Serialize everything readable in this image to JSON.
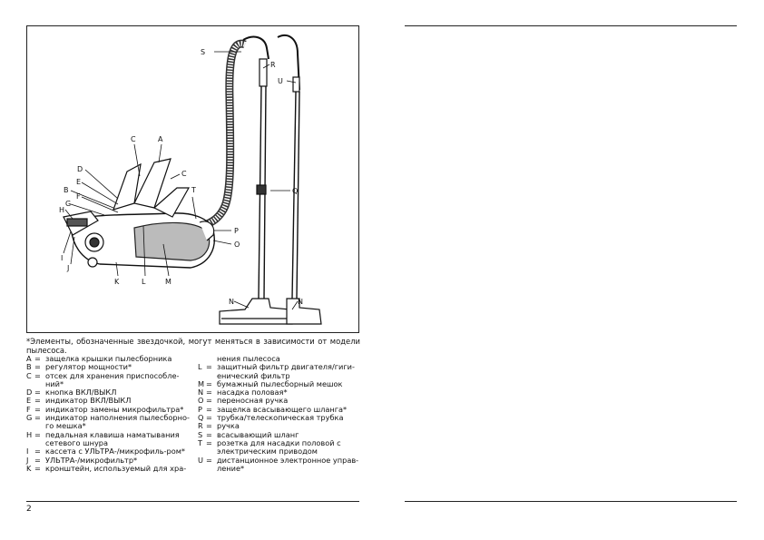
{
  "figure": {
    "labels": {
      "S": "S",
      "R": "R",
      "U": "U",
      "Q": "Q",
      "C1": "C",
      "A": "A",
      "C2": "C",
      "D": "D",
      "E": "E",
      "B": "B",
      "F": "F",
      "G": "G",
      "H": "H",
      "T": "T",
      "P": "P",
      "O": "O",
      "I": "I",
      "J": "J",
      "K": "K",
      "L": "L",
      "M": "M",
      "N1": "N",
      "N2": "N"
    }
  },
  "note": "*Элементы, обозначенные звездочкой, могут меняться в зависимости от модели пылесоса.",
  "legend_left": [
    {
      "key": "A",
      "text": "защелка крышки пылесборника"
    },
    {
      "key": "B",
      "text": "регулятор мощности*"
    },
    {
      "key": "C",
      "text": "отсек для хранения приспособле-ний*"
    },
    {
      "key": "D",
      "text": "кнопка ВКЛ/ВЫКЛ"
    },
    {
      "key": "E",
      "text": "индикатор ВКЛ/ВЫКЛ"
    },
    {
      "key": "F",
      "text": "индикатор замены микрофильтра*"
    },
    {
      "key": "G",
      "text": "индикатор наполнения пылесборно-го мешка*"
    },
    {
      "key": "H",
      "text": "педальная клавиша наматывания сетевого шнура"
    },
    {
      "key": "I",
      "text": "кассета с УЛЬТРА-/микрофиль-ром*"
    },
    {
      "key": "J",
      "text": "УЛЬТРА-/микрофильтр*"
    },
    {
      "key": "K",
      "text": "кронштейн, используемый для хра-"
    }
  ],
  "legend_right": [
    {
      "key": "",
      "text": "нения пылесоса"
    },
    {
      "key": "L",
      "text": "защитный фильтр двигателя/гиги-енический фильтр"
    },
    {
      "key": "M",
      "text": "бумажный пылесборный мешок"
    },
    {
      "key": "N",
      "text": "насадка половая*"
    },
    {
      "key": "O",
      "text": "переносная ручка"
    },
    {
      "key": "P",
      "text": "защелка всасывающего шланга*"
    },
    {
      "key": "Q",
      "text": "трубка/телескопическая трубка"
    },
    {
      "key": "R",
      "text": "ручка"
    },
    {
      "key": "S",
      "text": "всасывающий шланг"
    },
    {
      "key": "T",
      "text": "розетка для насадки половой с электрическим приводом"
    },
    {
      "key": "U",
      "text": "дистанционное электронное управ-ление*"
    }
  ],
  "page_number": "2"
}
